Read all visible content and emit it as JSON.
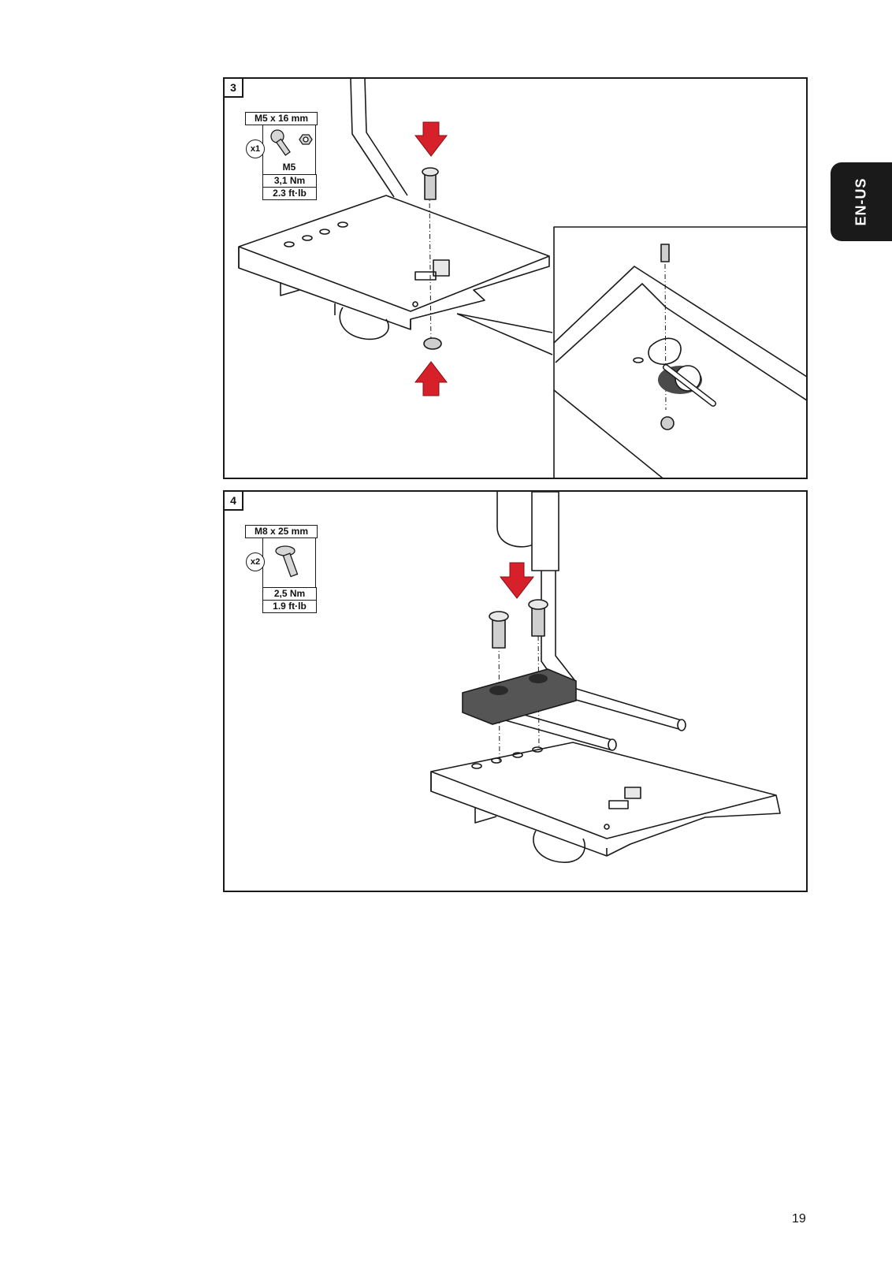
{
  "side_tab": {
    "label": "EN-US"
  },
  "step3": {
    "number": "3",
    "screw_spec": "M5 x 16 mm",
    "quantity": "x1",
    "nut_label": "M5",
    "torque_nm": "3,1 Nm",
    "torque_ftlb": "2.3 ft·lb"
  },
  "step4": {
    "number": "4",
    "screw_spec": "M8 x 25 mm",
    "quantity": "x2",
    "torque_nm": "2,5 Nm",
    "torque_ftlb": "1.9 ft·lb"
  },
  "footer": {
    "page_number": "19"
  },
  "colors": {
    "arrow_red": "#d6202a",
    "tab_bg": "#1a1a1a",
    "part_dark": "#4a4a4a"
  }
}
